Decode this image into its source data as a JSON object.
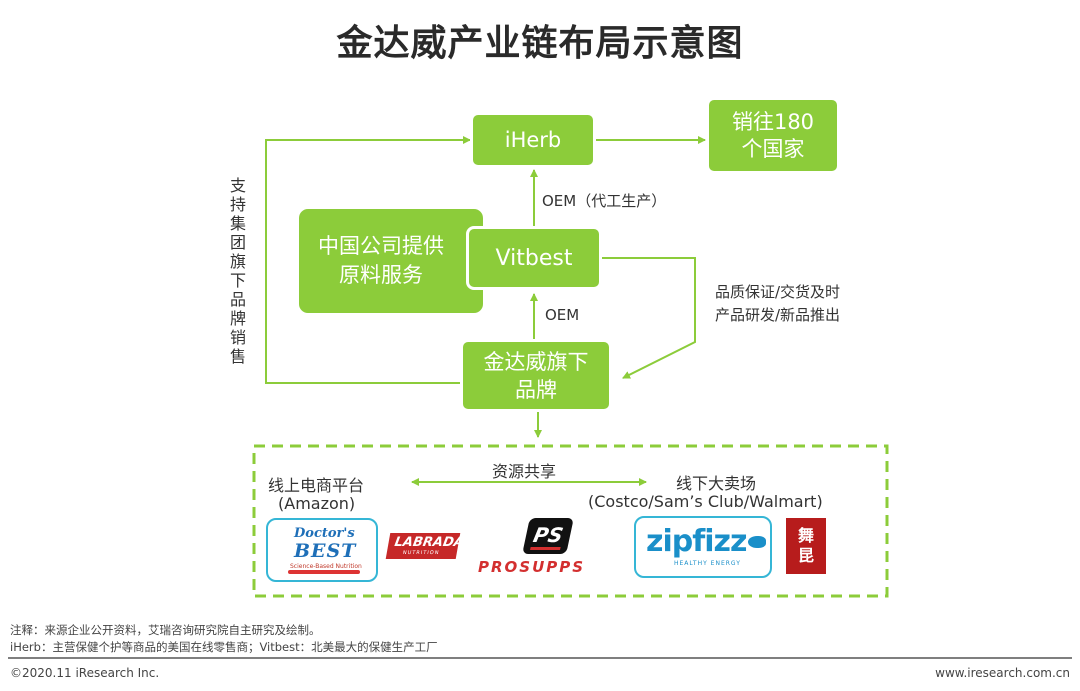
{
  "title": "金达威产业链布局示意图",
  "nodes": {
    "iherb": "iHerb",
    "sales": "销往180个国家",
    "china_supplier": "中国公司提供原料服务",
    "vitbest": "Vitbest",
    "brand": "金达威旗下品牌"
  },
  "edges": {
    "oem_contract": "OEM（代工生产）",
    "oem": "OEM",
    "quality": "品质保证/交货及时",
    "rnd": "产品研发/新品推出",
    "group_sales": "支持集团旗下品牌销售"
  },
  "channels": {
    "online": "线上电商平台",
    "online_sub": "(Amazon)",
    "shared": "资源共享",
    "offline": "线下大卖场",
    "offline_sub": "(Costco/Sam’s Club/Walmart)"
  },
  "logos": {
    "doctors_best_1": "Doctor's",
    "doctors_best_2": "BEST",
    "doctors_best_3": "Science-Based Nutrition",
    "labrada_1": "LABRADA",
    "labrada_2": "NUTRITION",
    "prosupps_mark": "PS",
    "prosupps_word": "PROSUPPS",
    "zipfizz_word": "zipfizz",
    "zipfizz_sub": "HEALTHY ENERGY",
    "fifth_mark": "舞昆"
  },
  "notes": {
    "source": "注释：来源企业公开资料，艾瑞咨询研究院自主研究及绘制。",
    "defs": "iHerb：主营保健个护等商品的美国在线零售商；Vitbest：北美最大的保健生产工厂"
  },
  "footer": {
    "copyright": "©2020.11 iResearch Inc.",
    "url": "www.iresearch.com.cn"
  },
  "colors": {
    "green": "#8ccc3a",
    "dash": "#8ccc3a",
    "card_border": "#35b6d6"
  }
}
